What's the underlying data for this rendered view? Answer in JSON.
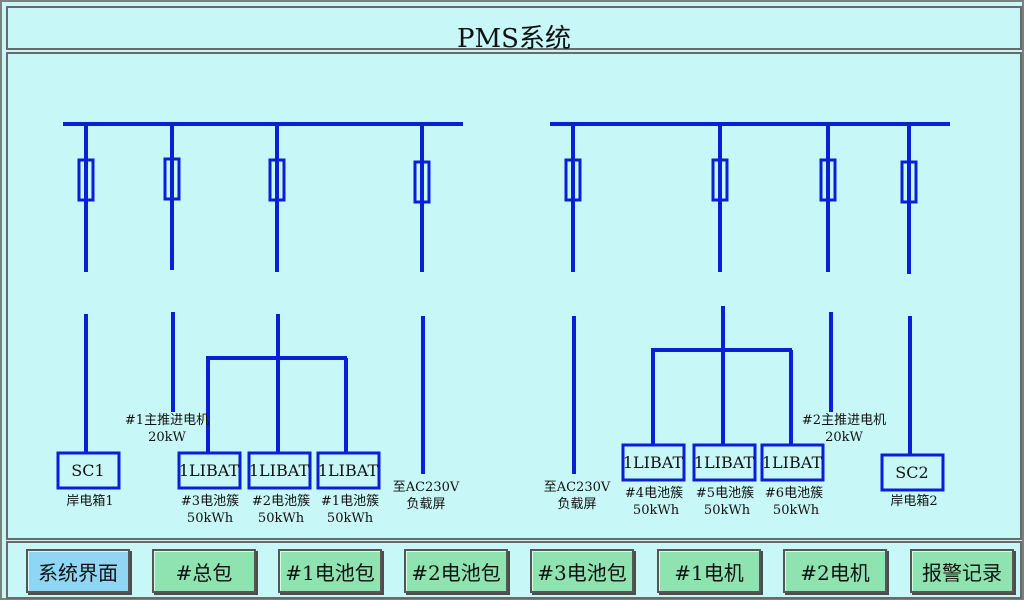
{
  "title": "PMS系统",
  "colors": {
    "line": "#0a1fd6",
    "background": "#c8f7f7",
    "nav_button": "#8fe3b0",
    "nav_active": "#8fd6f5"
  },
  "left_bus": {
    "sc1": {
      "box": "SC1",
      "label": "岸电箱1"
    },
    "motor1": {
      "line1": "#1主推进电机",
      "line2": "20kW"
    },
    "battery_boxes": [
      "1LIBAT",
      "1LIBAT",
      "1LIBAT"
    ],
    "battery_labels": [
      {
        "line1": "#3电池簇",
        "line2": "50kWh"
      },
      {
        "line1": "#2电池簇",
        "line2": "50kWh"
      },
      {
        "line1": "#1电池簇",
        "line2": "50kWh"
      }
    ],
    "ac_load": {
      "line1": "至AC230V",
      "line2": "负载屏"
    }
  },
  "right_bus": {
    "ac_load": {
      "line1": "至AC230V",
      "line2": "负载屏"
    },
    "battery_boxes": [
      "1LIBAT",
      "1LIBAT",
      "1LIBAT"
    ],
    "battery_labels": [
      {
        "line1": "#4电池簇",
        "line2": "50kWh"
      },
      {
        "line1": "#5电池簇",
        "line2": "50kWh"
      },
      {
        "line1": "#6电池簇",
        "line2": "50kWh"
      }
    ],
    "motor2": {
      "line1": "#2主推进电机",
      "line2": "20kW"
    },
    "sc2": {
      "box": "SC2",
      "label": "岸电箱2"
    }
  },
  "nav": {
    "items": [
      "系统界面",
      "#总包",
      "#1电池包",
      "#2电池包",
      "#3电池包",
      "#1电机",
      "#2电机",
      "报警记录"
    ],
    "active": "系统界面"
  }
}
